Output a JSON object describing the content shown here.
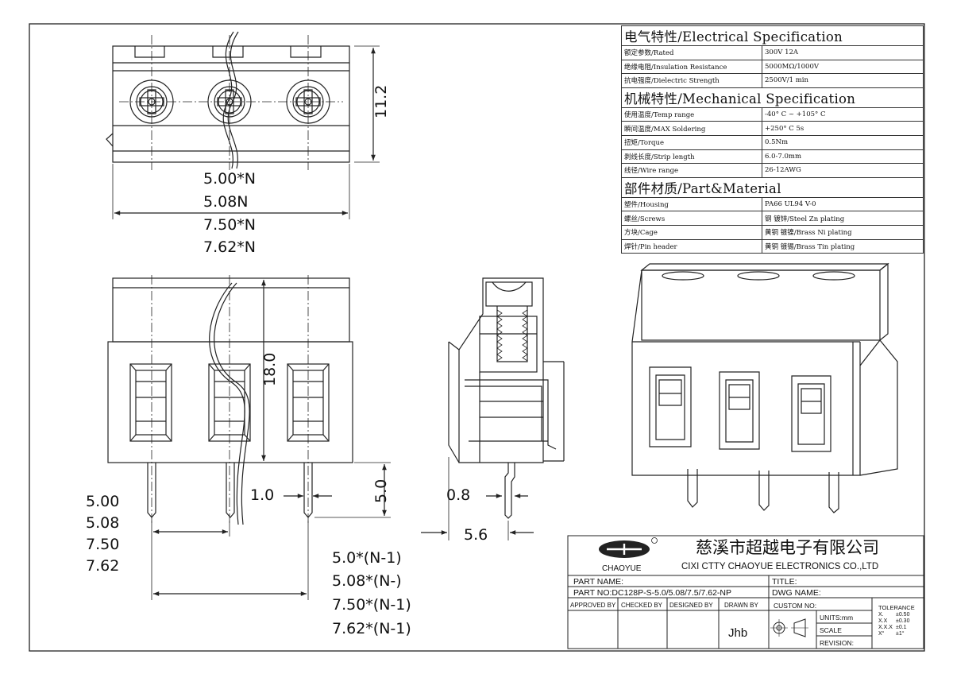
{
  "spec_table": {
    "sections": [
      {
        "heading": "电气特性/Electrical Specification",
        "rows": [
          [
            "额定参数/Rated",
            "300V  12A"
          ],
          [
            "绝缘电阻/Insulation Resistance",
            "5000MΩ/1000V"
          ],
          [
            "抗电强度/Dielectric Strength",
            "2500V/1 min"
          ]
        ]
      },
      {
        "heading": "机械特性/Mechanical Specification",
        "rows": [
          [
            "使用温度/Temp range",
            "-40° C ~ +105° C"
          ],
          [
            "瞬间温度/MAX Soldering",
            "+250° C    5s"
          ],
          [
            "扭矩/Torque",
            "0.5Nm"
          ],
          [
            "剥线长度/Strip length",
            "6.0-7.0mm"
          ],
          [
            "线径/Wire range",
            "26-12AWG"
          ]
        ]
      },
      {
        "heading": "部件材质/Part&Material",
        "rows": [
          [
            "塑件/Housing",
            "PA66 UL94 V-0"
          ],
          [
            "螺丝/Screws",
            "钢 镀锌/Steel Zn plating"
          ],
          [
            "方块/Cage",
            "黄铜 镀镍/Brass Ni plating"
          ],
          [
            "焊针/Pin header",
            "黄铜 镀锡/Brass Tin plating"
          ]
        ]
      }
    ]
  },
  "dimensions": {
    "top_width": [
      "5.00*N",
      "5.08N",
      "7.50*N",
      "7.62*N"
    ],
    "top_height": "11.2",
    "front_height": "18.0",
    "pin_length": "5.0",
    "pin_width": "1.0",
    "pitch": [
      "5.00",
      "5.08",
      "7.50",
      "7.62"
    ],
    "overall_pitch": [
      "5.0*(N-1)",
      "5.08*(N-)",
      "7.50*(N-1)",
      "7.62*(N-1)"
    ],
    "side_pin": "0.8",
    "side_depth": "5.6"
  },
  "title_block": {
    "logo_text": "CHAOYUE",
    "company_cn": "慈溪市超越电子有限公司",
    "company_en": "CIXI CTTY CHAOYUE ELECTRONICS CO.,LTD",
    "part_name_label": "PART NAME:",
    "title_label": "TITLE:",
    "part_no": "PART NO:DC128P-S-5.0/5.08/7.5/7.62-NP",
    "dwg_name_label": "DWG NAME:",
    "approved_by": "APPROVED BY",
    "checked_by": "CHECKED BY",
    "designed_by": "DESIGNED BY",
    "drawn_by": "DRAWN BY",
    "drawn_by_value": "Jhb",
    "custom_no": "CUSTOM NO:",
    "units": "UNITS:mm",
    "scale": "SCALE",
    "revision": "REVISION:",
    "tolerance_title": "TOLERANCE",
    "tolerance": [
      [
        "X.",
        "±0.50"
      ],
      [
        "X.X",
        "±0.30"
      ],
      [
        "X.X.X",
        "±0.1"
      ],
      [
        "X°",
        "±1°"
      ]
    ]
  }
}
